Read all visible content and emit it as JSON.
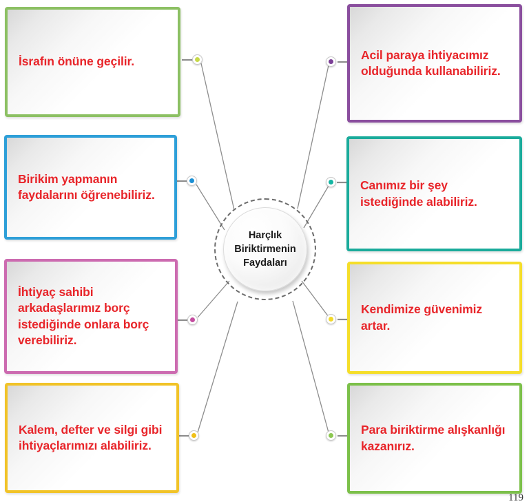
{
  "page": {
    "number": "119",
    "background": "#ffffff"
  },
  "center": {
    "title": "Harçlık\nBiriktirmenin\nFaydaları",
    "text_color": "#1a1a1a",
    "ring_style": "dashed",
    "ring_color": "#6d6d6d"
  },
  "connector": {
    "line_color": "#8d8d8d"
  },
  "nodes": [
    {
      "id": "israf",
      "side": "left",
      "text": "İsrafın önüne geçilir.",
      "border_color": "#8cc063",
      "dot_color": "#c7d94a",
      "text_color": "#e8252a"
    },
    {
      "id": "birikim",
      "side": "left",
      "text": "Birikim yapmanın faydalarını öğrenebiliriz.",
      "border_color": "#2e9fd8",
      "dot_color": "#1b8fd4",
      "text_color": "#e8252a"
    },
    {
      "id": "ihtiyac-sahibi",
      "side": "left",
      "text": "İhtiyaç sahibi arkadaşlarımız borç istediğinde onlara borç verebiliriz.",
      "border_color": "#cc6bb0",
      "dot_color": "#c44ea0",
      "text_color": "#e8252a"
    },
    {
      "id": "kalem-defter",
      "side": "left",
      "text": "Kalem, defter ve silgi gibi ihtiyaçlarımızı alabiliriz.",
      "border_color": "#f1c328",
      "dot_color": "#f0c018",
      "text_color": "#e8252a"
    },
    {
      "id": "acil-para",
      "side": "right",
      "text": "Acil paraya ihtiyacımız olduğunda kullanabiliriz.",
      "border_color": "#8a4e9e",
      "dot_color": "#7b3f96",
      "text_color": "#e8252a"
    },
    {
      "id": "canimiz",
      "side": "right",
      "text": "Canımız bir şey istediğinde alabiliriz.",
      "border_color": "#1aab9b",
      "dot_color": "#13b5a2",
      "text_color": "#e8252a"
    },
    {
      "id": "kendimize-guven",
      "side": "right",
      "text": "Kendimize güvenimiz artar.",
      "border_color": "#f5de2a",
      "dot_color": "#f2d92a",
      "text_color": "#e8252a"
    },
    {
      "id": "para-biriktirme",
      "side": "right",
      "text": "Para biriktirme alışkanlığı kazanırız.",
      "border_color": "#7cc04a",
      "dot_color": "#8cc751",
      "text_color": "#e8252a"
    }
  ]
}
